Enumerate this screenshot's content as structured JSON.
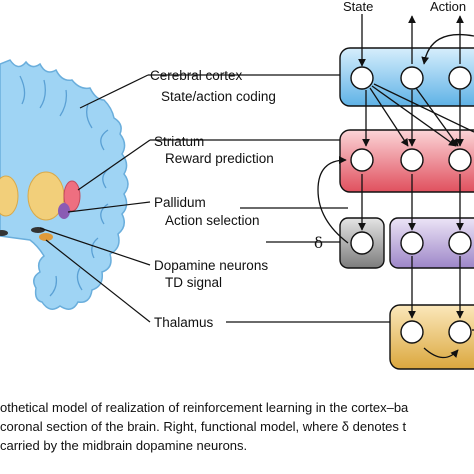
{
  "top_labels": {
    "state": "State",
    "action": "Action"
  },
  "labels": {
    "cortex_1": "Cerebral cortex",
    "cortex_2": "State/action coding",
    "striatum_1": "Striatum",
    "striatum_2": "Reward prediction",
    "pallidum_1": "Pallidum",
    "pallidum_2": "Action selection",
    "dopamine_1": "Dopamine neurons",
    "dopamine_2": "TD signal",
    "thalamus": "Thalamus"
  },
  "delta_symbol": "δ",
  "caption": {
    "line1": "othetical model of realization of reinforcement learning in the cortex–ba",
    "line2": "coronal section of the brain. Right, functional model, where δ denotes t",
    "line3": "carried by the midbrain dopamine neurons."
  },
  "colors": {
    "cortex": "#87c8f0",
    "striatum": "#ee7f88",
    "pallidum": "#b9a8d6",
    "dopamine": "#9a9a9a",
    "thalamus": "#f0c462",
    "brain_tissue": "#9fd4f4"
  }
}
